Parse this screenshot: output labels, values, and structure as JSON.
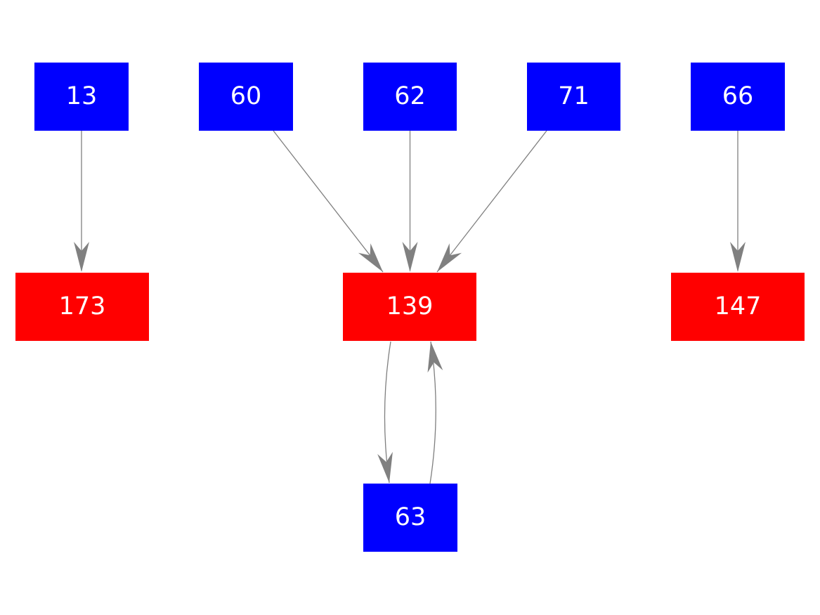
{
  "diagram": {
    "type": "directed-graph",
    "background_color": "#ffffff",
    "colors": {
      "blue_node": "#0000ff",
      "red_node": "#ff0000",
      "edge": "#7f7f7f",
      "node_text": "#ffffff"
    },
    "nodes": [
      {
        "id": "13",
        "label": "13",
        "color": "blue",
        "row": "top"
      },
      {
        "id": "60",
        "label": "60",
        "color": "blue",
        "row": "top"
      },
      {
        "id": "62",
        "label": "62",
        "color": "blue",
        "row": "top"
      },
      {
        "id": "71",
        "label": "71",
        "color": "blue",
        "row": "top"
      },
      {
        "id": "66",
        "label": "66",
        "color": "blue",
        "row": "top"
      },
      {
        "id": "173",
        "label": "173",
        "color": "red",
        "row": "middle"
      },
      {
        "id": "139",
        "label": "139",
        "color": "red",
        "row": "middle"
      },
      {
        "id": "147",
        "label": "147",
        "color": "red",
        "row": "middle"
      },
      {
        "id": "63",
        "label": "63",
        "color": "blue",
        "row": "bottom"
      }
    ],
    "edges": [
      {
        "from": "13",
        "to": "173",
        "style": "straight"
      },
      {
        "from": "60",
        "to": "139",
        "style": "straight"
      },
      {
        "from": "62",
        "to": "139",
        "style": "straight"
      },
      {
        "from": "71",
        "to": "139",
        "style": "straight"
      },
      {
        "from": "66",
        "to": "147",
        "style": "straight"
      },
      {
        "from": "139",
        "to": "63",
        "style": "curved-left"
      },
      {
        "from": "63",
        "to": "139",
        "style": "curved-right"
      }
    ]
  }
}
